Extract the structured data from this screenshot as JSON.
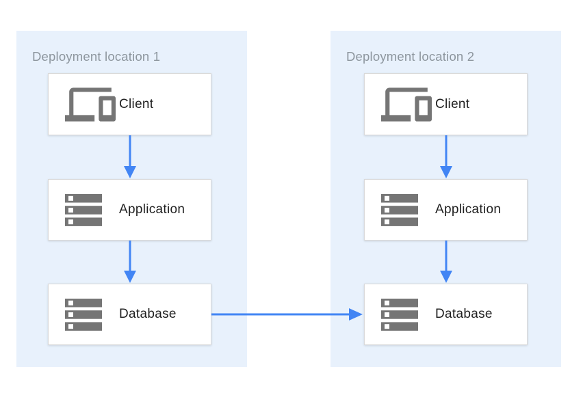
{
  "diagram": {
    "locations": [
      {
        "title": "Deployment location 1",
        "nodes": [
          {
            "label": "Client",
            "icon": "devices-icon"
          },
          {
            "label": "Application",
            "icon": "server-stack-icon"
          },
          {
            "label": "Database",
            "icon": "server-stack-icon"
          }
        ]
      },
      {
        "title": "Deployment location 2",
        "nodes": [
          {
            "label": "Client",
            "icon": "devices-icon"
          },
          {
            "label": "Application",
            "icon": "server-stack-icon"
          },
          {
            "label": "Database",
            "icon": "server-stack-icon"
          }
        ]
      }
    ],
    "connections": [
      {
        "from": "location-1-client",
        "to": "location-1-application",
        "direction": "down"
      },
      {
        "from": "location-1-application",
        "to": "location-1-database",
        "direction": "down"
      },
      {
        "from": "location-2-client",
        "to": "location-2-application",
        "direction": "down"
      },
      {
        "from": "location-2-application",
        "to": "location-2-database",
        "direction": "down"
      },
      {
        "from": "location-1-database",
        "to": "location-2-database",
        "direction": "right"
      }
    ],
    "colors": {
      "container_fill": "#e8f1fc",
      "node_fill": "#ffffff",
      "node_border": "#d9d9d9",
      "icon_gray": "#757575",
      "label_text": "#212121",
      "title_text": "#8d969e",
      "arrow_blue": "#4285f4"
    }
  }
}
